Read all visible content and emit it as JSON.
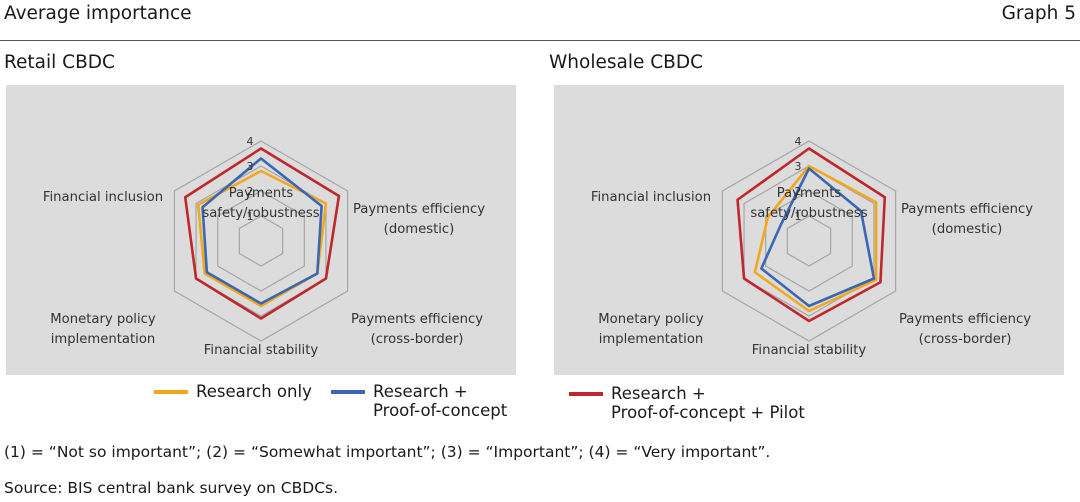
{
  "header": {
    "title": "Average importance",
    "graph_label": "Graph 5"
  },
  "panels": {
    "retail_title": "Retail CBDC",
    "wholesale_title": "Wholesale CBDC"
  },
  "legend": {
    "research_only": "Research only",
    "research_poc_l1": "Research +",
    "research_poc_l2": "Proof-of-concept",
    "research_poc_pilot_l1": "Research +",
    "research_poc_pilot_l2": "Proof-of-concept + Pilot"
  },
  "notes": {
    "scale": "(1) = “Not so important”; (2) = “Somewhat important”; (3) = “Important”; (4) = “Very important”.",
    "source": "Source: BIS central bank survey on CBDCs."
  },
  "colors": {
    "research_only": "#f2a81d",
    "research_poc": "#3a66b4",
    "research_poc_pilot": "#c0272d",
    "panel_background": "#dcdcdc",
    "grid": "#a6a6a6"
  },
  "chart_data": [
    {
      "type": "radar",
      "title": "Retail CBDC",
      "rlim": [
        0,
        4
      ],
      "ticks": [
        "1",
        "2",
        "3",
        "4"
      ],
      "grid": true,
      "axes": [
        [
          "Payments",
          "safety/robustness"
        ],
        [
          "Payments efficiency",
          "(domestic)"
        ],
        [
          "Payments efficiency",
          "(cross-border)"
        ],
        [
          "Financial stability"
        ],
        [
          "Monetary policy",
          "implementation"
        ],
        [
          "Financial inclusion"
        ]
      ],
      "series": [
        {
          "name": "Research only",
          "values": [
            2.8,
            3.0,
            2.6,
            2.6,
            2.6,
            2.9
          ]
        },
        {
          "name": "Research + Proof-of-concept",
          "values": [
            3.3,
            2.8,
            2.6,
            2.5,
            2.5,
            2.7
          ]
        },
        {
          "name": "Research + Proof-of-concept + Pilot",
          "values": [
            3.7,
            3.6,
            3.0,
            3.1,
            3.0,
            3.5
          ]
        }
      ]
    },
    {
      "type": "radar",
      "title": "Wholesale CBDC",
      "rlim": [
        0,
        4
      ],
      "ticks": [
        "1",
        "2",
        "3",
        "4"
      ],
      "grid": true,
      "axes": [
        [
          "Payments",
          "safety/robustness"
        ],
        [
          "Payments efficiency",
          "(domestic)"
        ],
        [
          "Payments efficiency",
          "(cross-border)"
        ],
        [
          "Financial stability"
        ],
        [
          "Monetary policy",
          "implementation"
        ],
        [
          "Financial inclusion"
        ]
      ],
      "series": [
        {
          "name": "Research only",
          "values": [
            3.0,
            3.1,
            3.1,
            2.8,
            2.5,
            1.9
          ]
        },
        {
          "name": "Research + Proof-of-concept",
          "values": [
            2.9,
            2.4,
            3.0,
            2.6,
            2.2,
            1.3
          ]
        },
        {
          "name": "Research + Proof-of-concept + Pilot",
          "values": [
            3.7,
            3.5,
            3.3,
            3.2,
            3.0,
            3.3
          ]
        }
      ]
    }
  ]
}
